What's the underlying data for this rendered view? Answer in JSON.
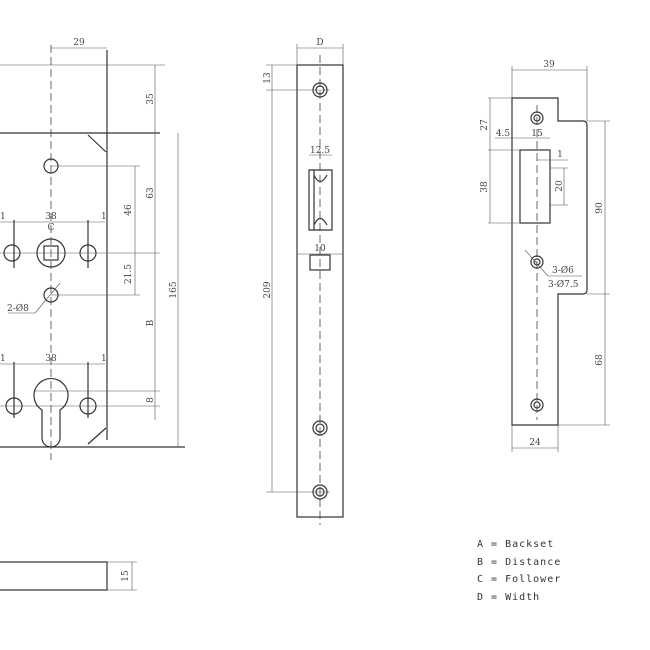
{
  "lock_body": {
    "backset_29": "29",
    "dim_35": "35",
    "dim_63": "63",
    "dim_46": "46",
    "dim_21_5": "21.5",
    "dim_165": "165",
    "dim_B": "B",
    "dim_8": "8",
    "dim_38_top": "38",
    "dim_38_bottom": "38",
    "dim_1_a": "1",
    "dim_1_b": "1",
    "dim_1_c": "1",
    "dim_1_d": "1",
    "label_C": "C",
    "holes": "2-Ø8"
  },
  "bottom_part": {
    "dim_15": "15"
  },
  "faceplate": {
    "dim_D": "D",
    "dim_13": "13",
    "dim_209": "209",
    "dim_12_5": "12.5",
    "dim_10": "10"
  },
  "strike_plate": {
    "dim_39": "39",
    "dim_27": "27",
    "dim_4_5": "4.5",
    "dim_15": "15",
    "dim_1": "1",
    "dim_38": "38",
    "dim_20": "20",
    "dim_90": "90",
    "holes_a": "3-Ø6",
    "holes_b": "3-Ø7.5",
    "dim_68": "68",
    "dim_24": "24"
  },
  "legend": [
    "A = Backset",
    "B = Distance",
    "C = Follower",
    "D = Width"
  ]
}
